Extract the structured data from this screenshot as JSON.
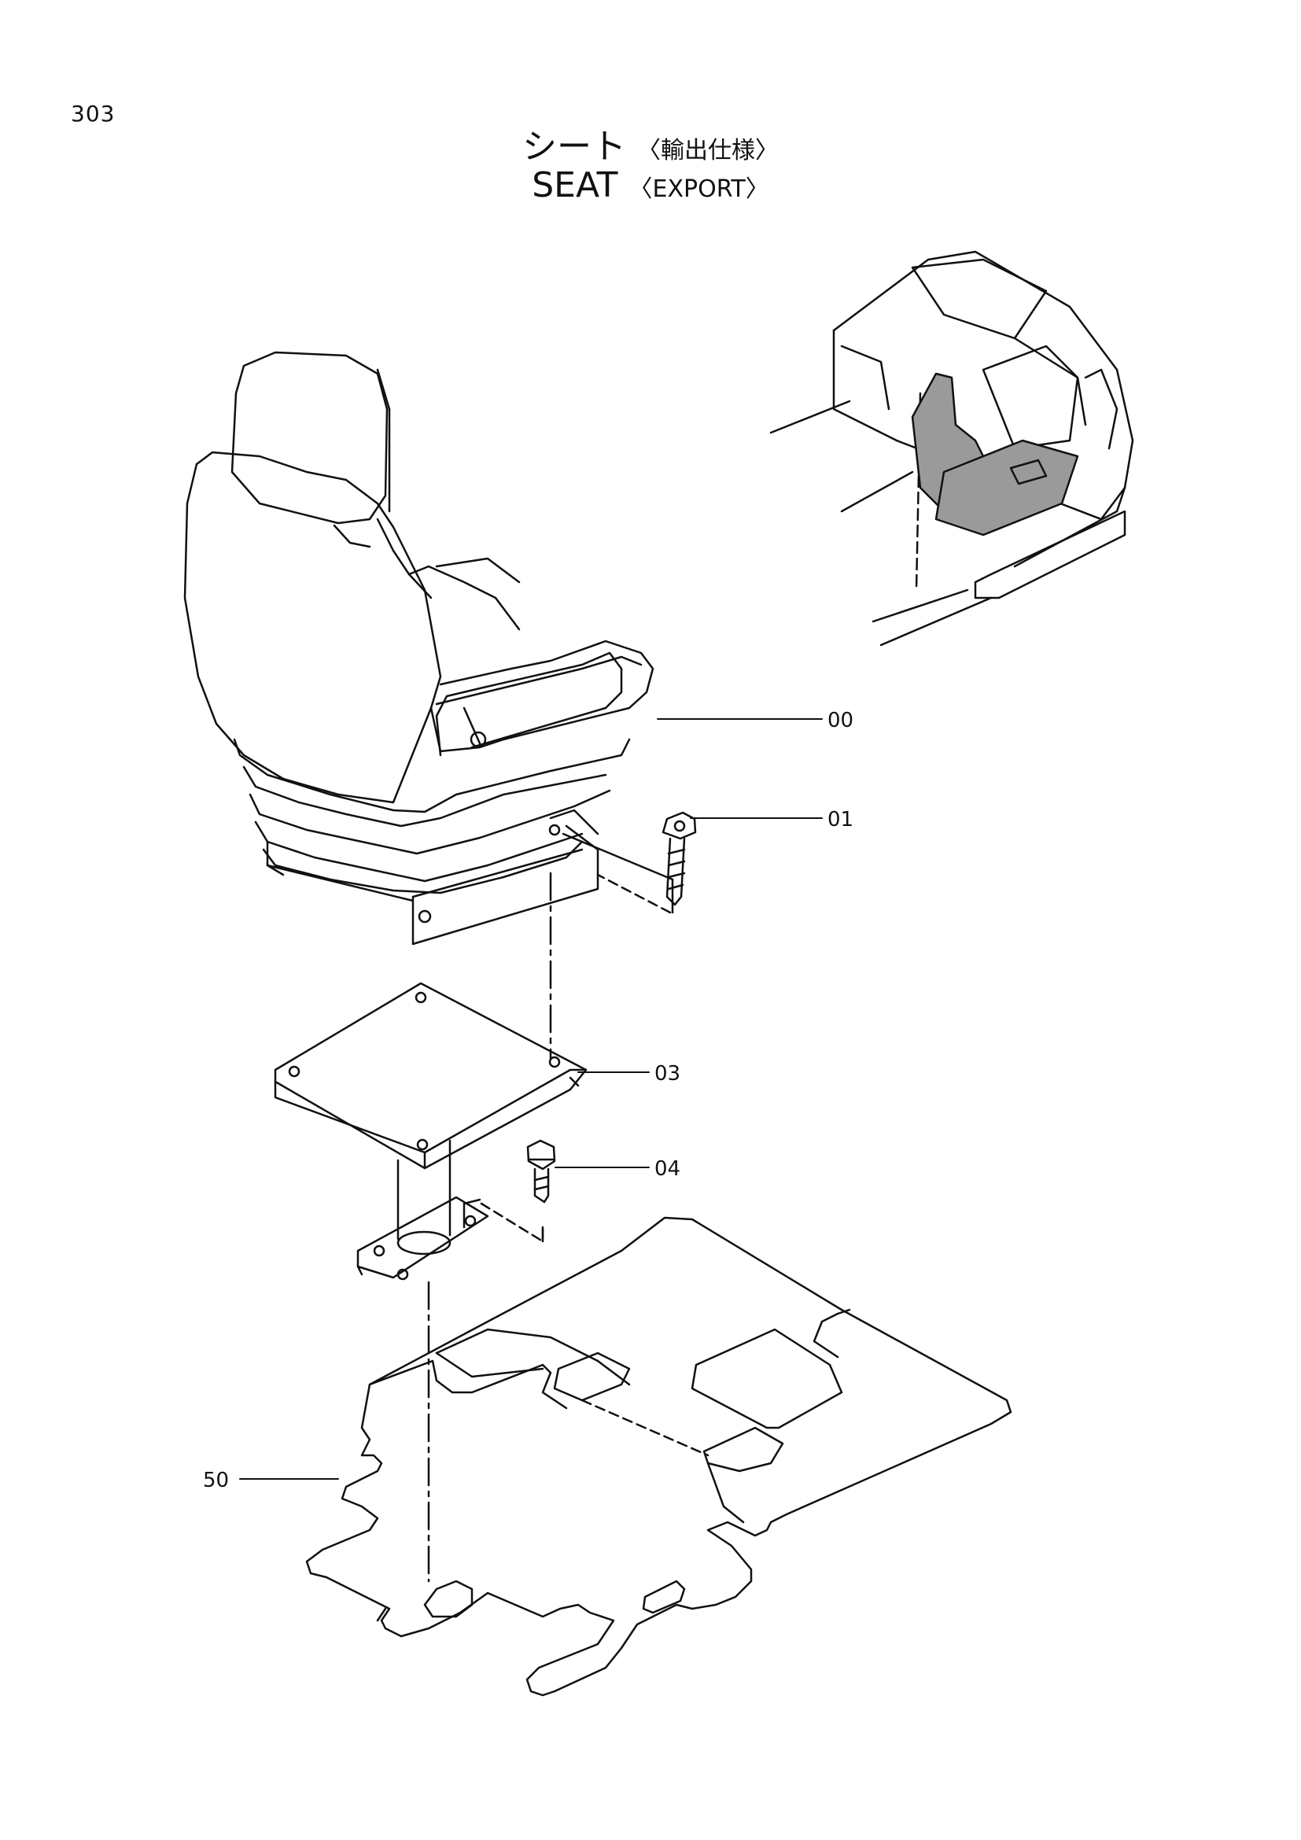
{
  "page_number": "303",
  "title_jp": "シート",
  "title_jp_sub": "〈輸出仕様〉",
  "title_en": "SEAT",
  "title_en_sub": "〈EXPORT〉",
  "callouts": [
    {
      "id": "seat-assembly",
      "label": "00"
    },
    {
      "id": "seat-bolt",
      "label": "01"
    },
    {
      "id": "seat-stand-plate",
      "label": "03"
    },
    {
      "id": "stand-bolt",
      "label": "04"
    },
    {
      "id": "floor-mat",
      "label": "50"
    }
  ]
}
